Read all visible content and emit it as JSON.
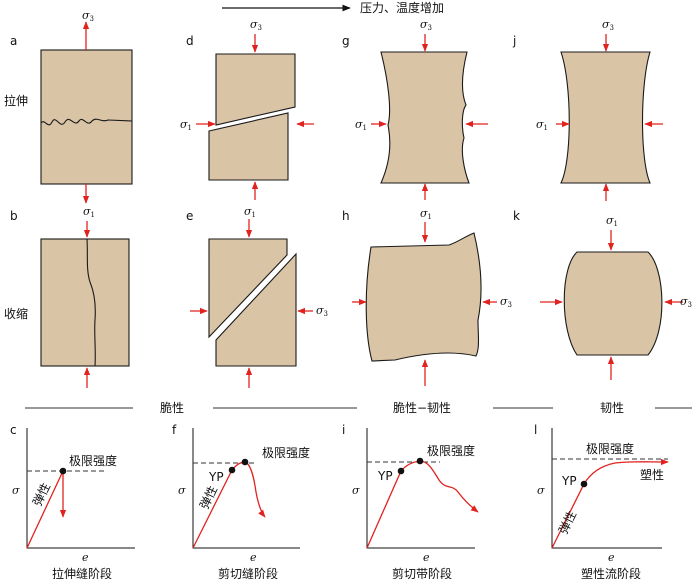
{
  "header": {
    "trend": "压力、温度增加"
  },
  "rows": {
    "tension": "拉伸",
    "compression": "收缩"
  },
  "panels": [
    "a",
    "b",
    "c",
    "d",
    "e",
    "f",
    "g",
    "h",
    "i",
    "j",
    "k",
    "l"
  ],
  "sigma": {
    "s1": "σ",
    "s1_sub": "1",
    "s3": "σ",
    "s3_sub": "3"
  },
  "categories": {
    "brittle": "脆性",
    "transition": "脆性−韧性",
    "ductile": "韧性"
  },
  "curves": {
    "y_axis": "σ",
    "x_axis": "e",
    "elastic": "弹性",
    "limit": "极限强度",
    "yp": "YP",
    "plastic": "塑性",
    "stage_c": "拉伸缝阶段",
    "stage_f": "剪切缝阶段",
    "stage_i": "剪切带阶段",
    "stage_l": "塑性流阶段"
  },
  "colors": {
    "block": "#d9c4a6",
    "arrow": "#e0231f"
  }
}
